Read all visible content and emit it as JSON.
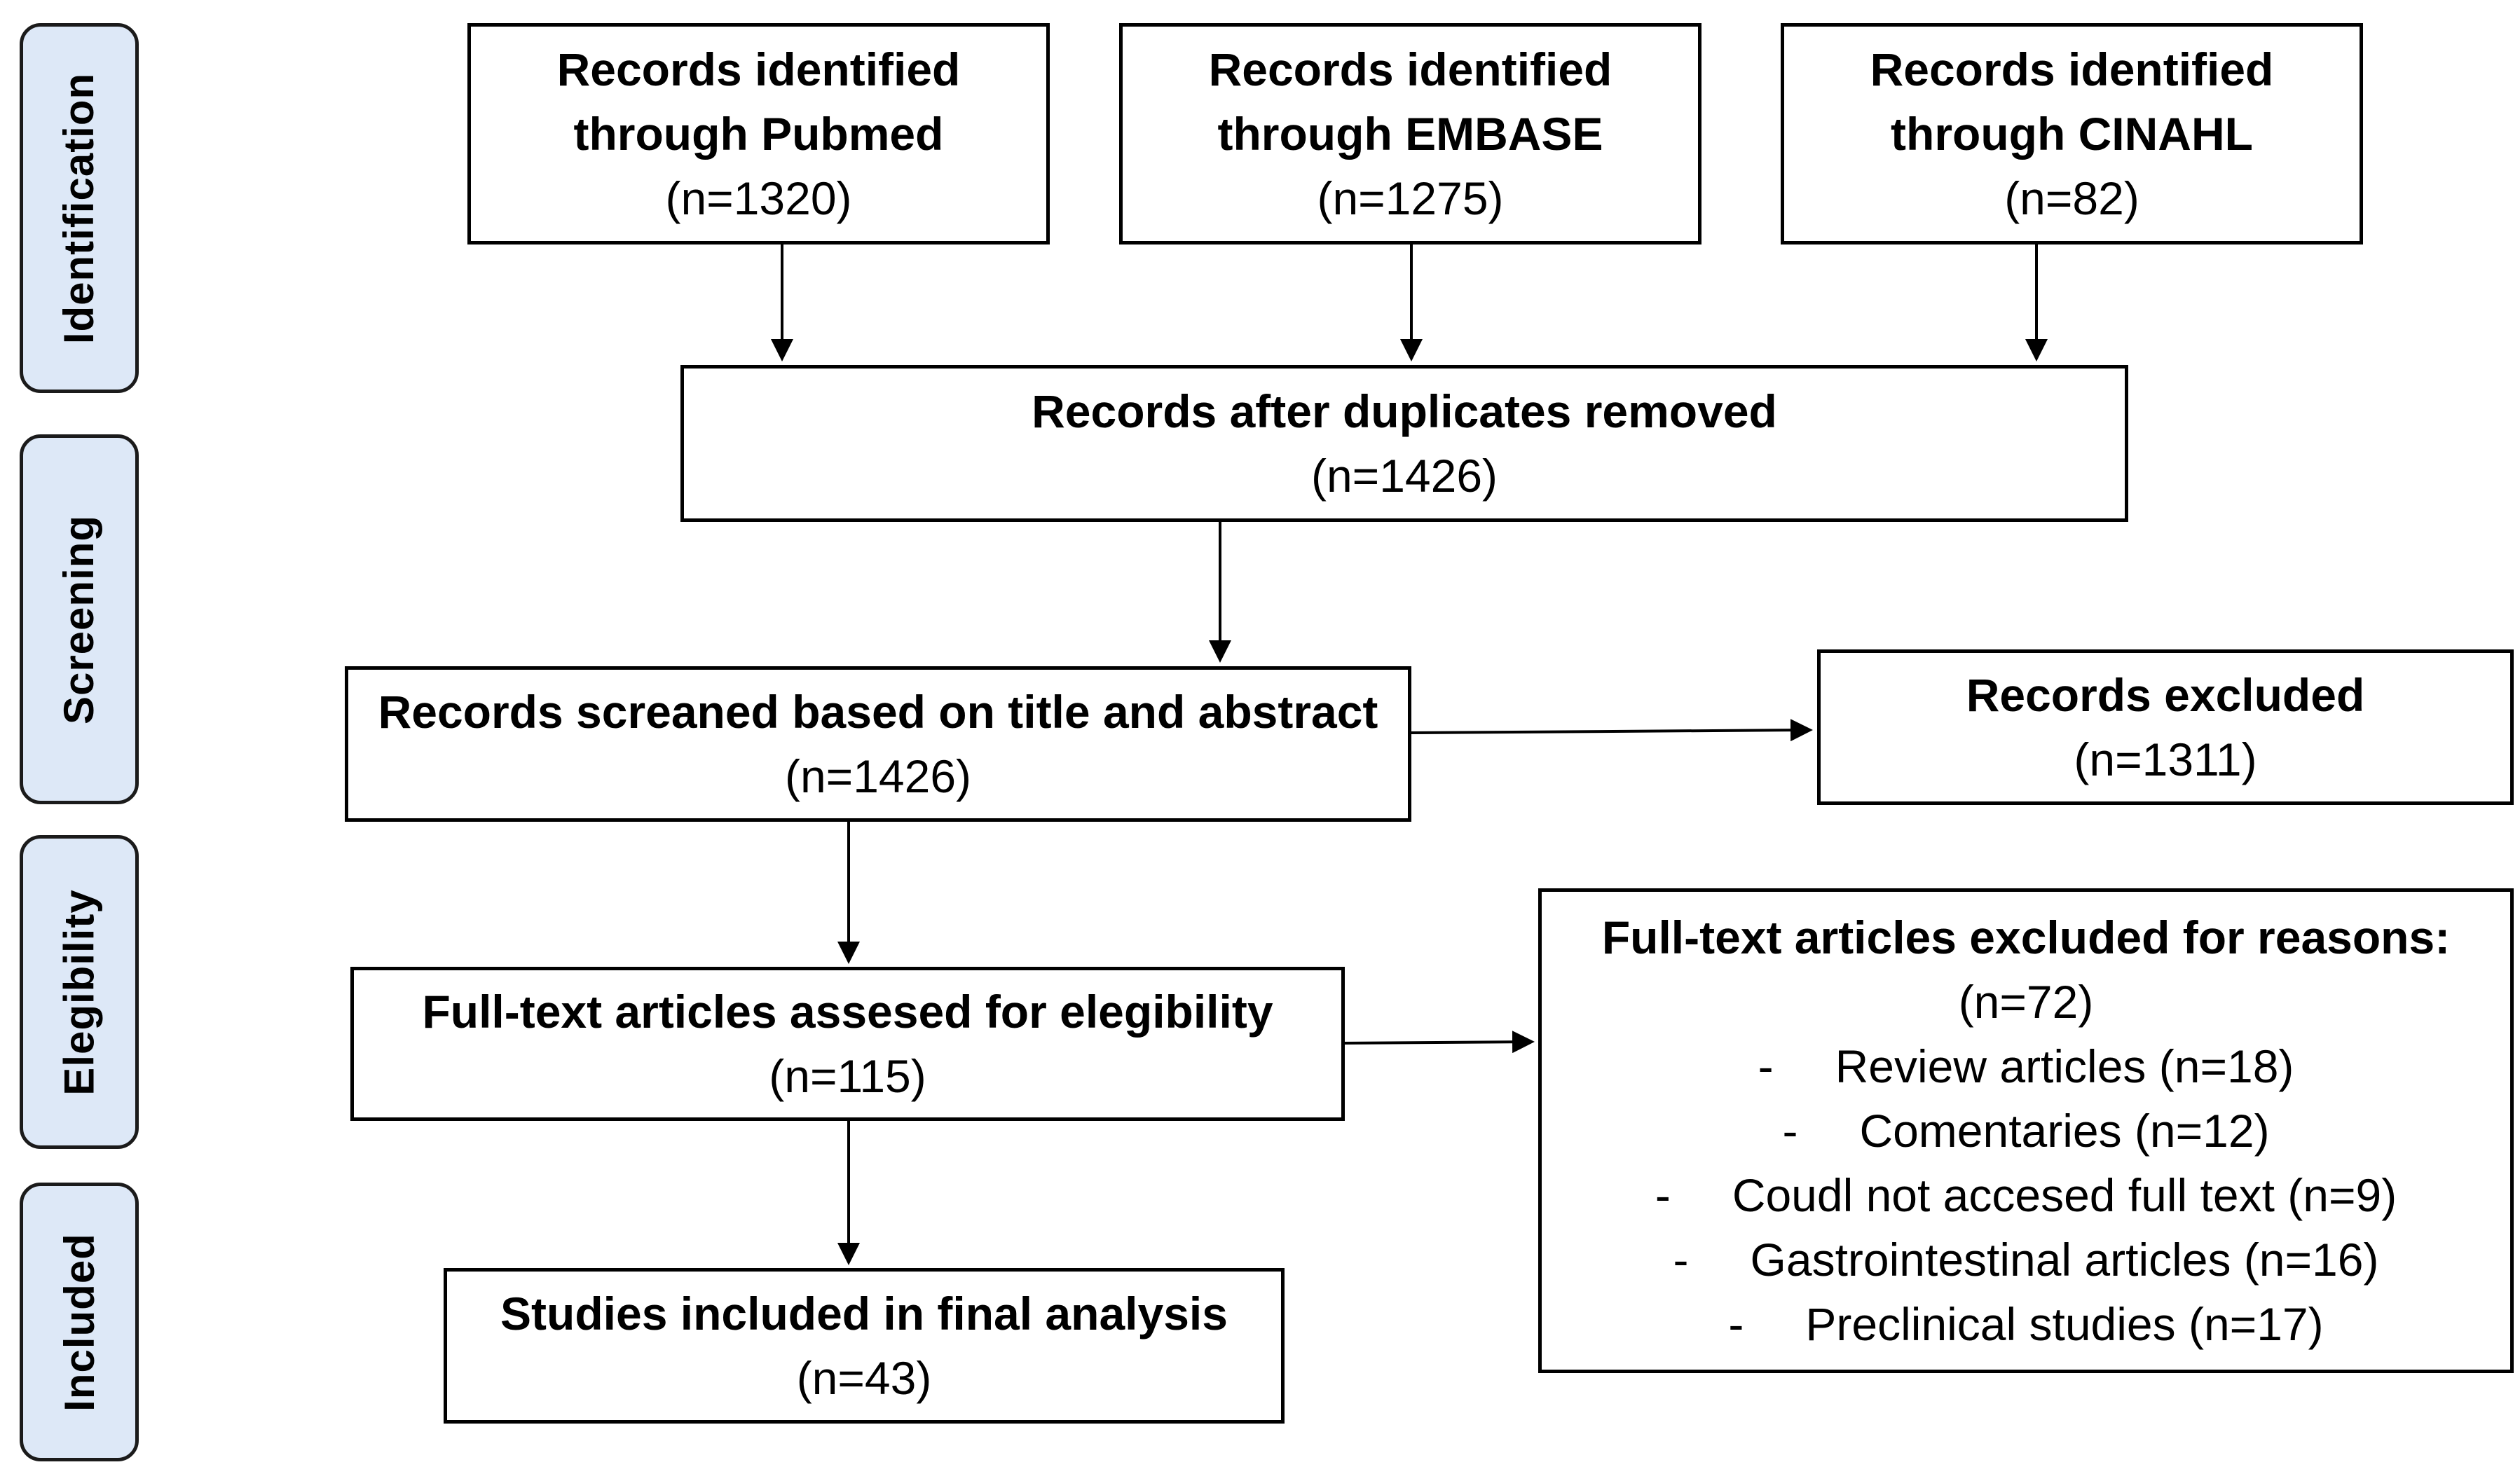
{
  "stages": {
    "identification": "Identification",
    "screening": "Screening",
    "eligibility": "Elegibility",
    "included": "Included"
  },
  "identification": {
    "pubmed": {
      "title": "Records identified\nthrough Pubmed",
      "count": "(n=1320)"
    },
    "embase": {
      "title": "Records identified\nthrough EMBASE",
      "count": "(n=1275)"
    },
    "cinahl": {
      "title": "Records identified\nthrough CINAHL",
      "count": "(n=82)"
    }
  },
  "duplicates_removed": {
    "title": "Records after duplicates removed",
    "count": "(n=1426)"
  },
  "screened": {
    "title": "Records screaned based on title and abstract",
    "count": "(n=1426)"
  },
  "excluded": {
    "title": "Records excluded",
    "count": "(n=1311)"
  },
  "fulltext_assessed": {
    "title": "Full-text articles assesed for elegibility",
    "count": "(n=115)"
  },
  "fulltext_excluded": {
    "title": "Full-text articles excluded for reasons:",
    "count": "(n=72)",
    "reasons": [
      {
        "dash": "-",
        "text": "Review articles (n=18)"
      },
      {
        "dash": "-",
        "text": "Comentaries (n=12)"
      },
      {
        "dash": "-",
        "text": "Coudl not accesed full text (n=9)"
      },
      {
        "dash": "-",
        "text": "Gastrointestinal articles (n=16)"
      },
      {
        "dash": "-",
        "text": "Preclinical studies (n=17)"
      }
    ]
  },
  "included_studies": {
    "title": "Studies included in final analysis",
    "count": "(n=43)"
  }
}
